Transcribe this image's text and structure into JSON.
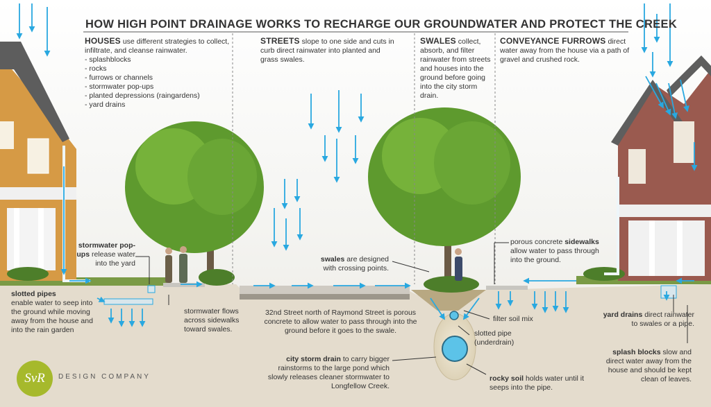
{
  "title": "HOW HIGH POINT DRAINAGE WORKS TO RECHARGE OUR GROUNDWATER AND PROTECT THE CREEK",
  "columns": {
    "houses": {
      "head": "HOUSES",
      "text": "use different strategies to collect, infiltrate, and cleanse rainwater.",
      "items": [
        "- splashblocks",
        "- rocks",
        "- furrows or channels",
        "- stormwater pop-ups",
        "- planted depressions (raingardens)",
        "- yard drains"
      ]
    },
    "streets": {
      "head": "STREETS",
      "text": "slope to one side and cuts in curb direct rainwater into planted and grass swales."
    },
    "swales": {
      "head": "SWALES",
      "text": "collect, absorb, and filter rainwater from streets and houses into the ground before going into the city storm drain."
    },
    "conveyance": {
      "head": "CONVEYANCE FURROWS",
      "text": "direct water away from the house via a path of gravel and crushed rock."
    }
  },
  "callouts": {
    "stormwater_popups": {
      "bold": "stormwater pop-ups",
      "text": "release water into the yard"
    },
    "slotted_pipes": {
      "bold": "slotted pipes",
      "text": "enable water to seep into the ground while moving away from the house and into the rain garden"
    },
    "stormwater_flows": "stormwater flows across sidewalks toward swales.",
    "swales_crossing": {
      "bold": "swales",
      "text": "are designed with crossing points."
    },
    "street_32nd": "32nd Street north of Raymond Street is porous concrete to allow water to pass through into the ground before it goes to the swale.",
    "porous_sidewalks": {
      "pre": "porous concrete",
      "bold": "sidewalks",
      "text": "allow water to pass through into the ground."
    },
    "filter_soil": "filter soil mix",
    "slotted_pipe_underdrain": "slotted pipe (underdrain)",
    "city_storm_drain": {
      "bold": "city storm drain",
      "text": "to carry bigger rainstorms to the large pond which slowly releases cleaner stormwater to Longfellow Creek."
    },
    "rocky_soil": {
      "bold": "rocky soil",
      "text": "holds water until it seeps into the pipe."
    },
    "yard_drains": {
      "bold": "yard drains",
      "text": "direct rainwater to swales or a pipe."
    },
    "splash_blocks": {
      "bold": "splash blocks",
      "text": "slow and direct water away from the house and should be kept clean of leaves."
    }
  },
  "logo": {
    "mark": "SvR",
    "text": "DESIGN COMPANY"
  },
  "colors": {
    "arrow": "#29a8e0",
    "ground": "#e4dccd",
    "tree": "#5e9a2e",
    "logo": "#a6b92c",
    "house_left": "#d69a45",
    "house_right": "#9a5a4f"
  }
}
